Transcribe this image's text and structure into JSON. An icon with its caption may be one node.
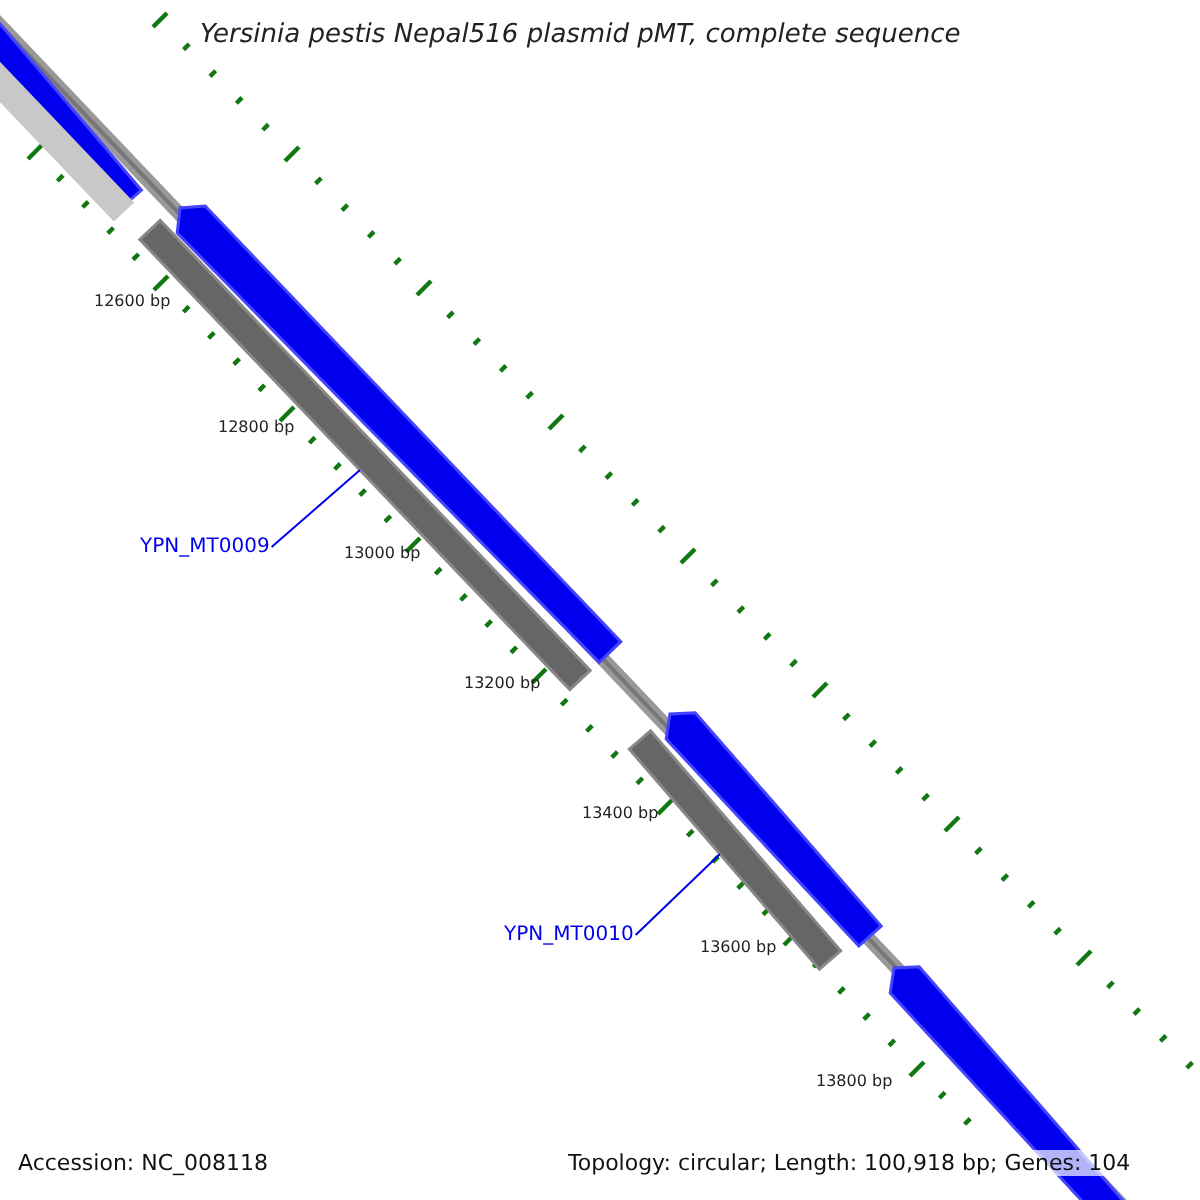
{
  "diagram": {
    "title": "Yersinia pestis Nepal516 plasmid pMT, complete sequence",
    "nodes": [
      {
        "text": [
          "YPN_MT0009"
        ]
      },
      {
        "text": [],
        "shape": "bar"
      },
      {
        "text": [
          "YPN_MT0010"
        ]
      },
      {
        "text": [],
        "shape": "bar"
      }
    ],
    "edges": [
      {
        "from": 0,
        "to": 1,
        "arrow": "none"
      },
      {
        "from": 2,
        "to": 3,
        "arrow": "none"
      }
    ],
    "labels": [
      "12600 bp",
      "12800 bp",
      "13000 bp",
      "13200 bp",
      "13400 bp",
      "13600 bp",
      "13800 bp",
      "Accession: NC_008118",
      "Topology: circular; Length: 100,918 bp; Genes: 104"
    ]
  }
}
